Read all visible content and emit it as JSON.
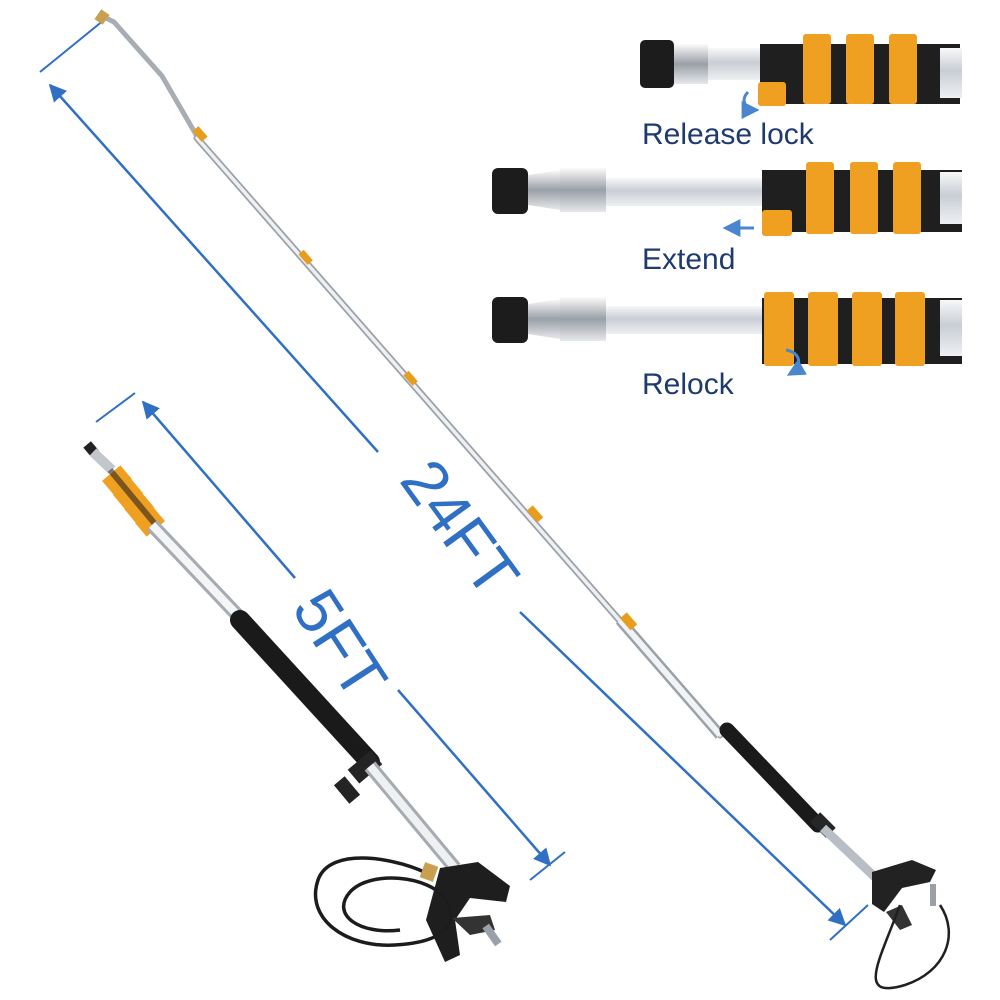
{
  "labels": {
    "long_length": "24FT",
    "short_length": "5FT",
    "step_release": "Release lock",
    "step_extend": "Extend",
    "step_relock": "Relock"
  },
  "colors": {
    "dimension_blue": "#2f6fc4",
    "step_text_navy": "#1e3a6e",
    "clamp_orange": "#f0a021",
    "grip_black": "#1a1a1a",
    "pole_silver": "#d9dde2"
  }
}
